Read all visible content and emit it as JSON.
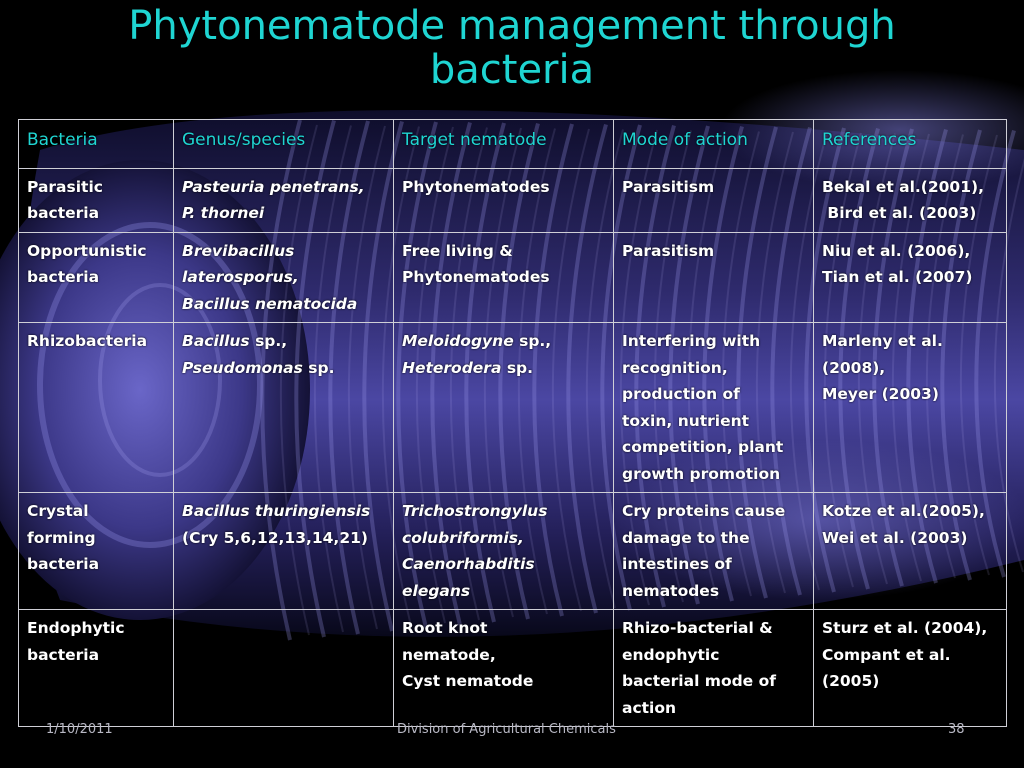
{
  "slide": {
    "title_line1": "Phytonematode management through",
    "title_line2": "bacteria"
  },
  "table": {
    "headers": [
      "Bacteria",
      "Genus/species",
      "Target nematode",
      "Mode of action",
      "References"
    ],
    "rows": [
      {
        "bacteria": [
          "Parasitic",
          "bacteria"
        ],
        "genus": [
          {
            "t": "Pasteuria penetrans,",
            "i": true
          },
          {
            "t": "P. thornei",
            "i": true
          }
        ],
        "target": [
          "Phytonematodes"
        ],
        "mode": [
          "Parasitism"
        ],
        "refs": [
          "Bekal et al.(2001),",
          " Bird et al. (2003)"
        ]
      },
      {
        "bacteria": [
          "Opportunistic",
          "bacteria"
        ],
        "genus": [
          {
            "t": "Brevibacillus",
            "i": true
          },
          {
            "t": "laterosporus,",
            "i": true
          },
          {
            "t": "Bacillus nematocida",
            "i": true
          }
        ],
        "target": [
          "Free living &",
          "Phytonematodes"
        ],
        "mode": [
          "Parasitism"
        ],
        "refs": [
          "Niu et al. (2006),",
          "Tian et al. (2007)"
        ]
      },
      {
        "bacteria": [
          "Rhizobacteria"
        ],
        "genus": [
          [
            {
              "t": "Bacillus",
              "i": true
            },
            {
              "t": " sp.,",
              "i": false
            }
          ],
          [
            {
              "t": "Pseudomonas",
              "i": true
            },
            {
              "t": " sp.",
              "i": false
            }
          ]
        ],
        "target": [
          [
            {
              "t": "Meloidogyne",
              "i": true
            },
            {
              "t": " sp.,",
              "i": false
            }
          ],
          [
            {
              "t": "Heterodera",
              "i": true
            },
            {
              "t": " sp.",
              "i": false
            }
          ]
        ],
        "mode": [
          "Interfering with",
          "recognition,",
          "production of",
          "toxin, nutrient",
          "competition, plant",
          "growth promotion"
        ],
        "refs": [
          "Marleny et al.",
          "(2008),",
          "Meyer (2003)"
        ]
      },
      {
        "bacteria": [
          "Crystal",
          "forming",
          "bacteria"
        ],
        "genus": [
          {
            "t": "Bacillus thuringiensis",
            "i": true
          },
          {
            "t": "(Cry 5,6,12,13,14,21)",
            "i": false
          }
        ],
        "target": [
          {
            "t": "Trichostrongylus",
            "i": true
          },
          {
            "t": "colubriformis,",
            "i": true
          },
          {
            "t": "Caenorhabditis",
            "i": true
          },
          {
            "t": "elegans",
            "i": true
          }
        ],
        "mode": [
          "Cry proteins cause",
          "damage to the",
          "intestines of",
          "nematodes"
        ],
        "refs": [
          "Kotze et al.(2005),",
          "Wei et al. (2003)"
        ]
      },
      {
        "bacteria": [
          "Endophytic",
          "bacteria"
        ],
        "genus": [],
        "target": [
          "Root knot",
          "nematode,",
          "Cyst nematode"
        ],
        "mode": [
          "Rhizo-bacterial &",
          "endophytic",
          "bacterial mode of",
          "action"
        ],
        "refs": [
          "Sturz et al. (2004),",
          "Compant et al.",
          "(2005)"
        ]
      }
    ]
  },
  "footer": {
    "date": "1/10/2011",
    "division": "Division of Agricultural Chemicals",
    "page": "38"
  },
  "colors": {
    "title": "#1fd5d2",
    "header_text": "#1fd5d2",
    "cell_text": "#ffffff",
    "border": "#cfcfd6",
    "background": "#000000",
    "nematode_tint": "#3e3a8c"
  }
}
